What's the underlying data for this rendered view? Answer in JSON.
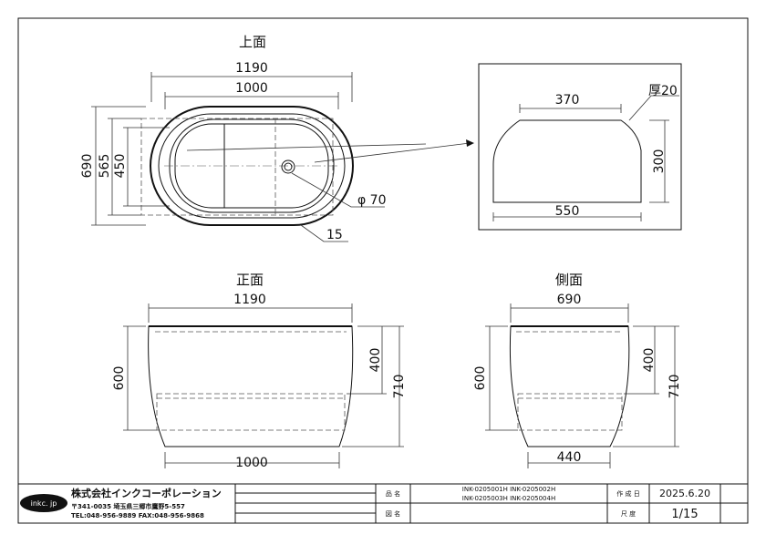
{
  "views": {
    "top": {
      "title": "上面",
      "outer_length": "1190",
      "inner_length": "1000",
      "outer_width": "690",
      "inner_width": "565",
      "inner_width2": "450",
      "drain_label": "φ 70",
      "rim_label": "15"
    },
    "section": {
      "top_width": "370",
      "bottom_width": "550",
      "height": "300",
      "thickness": "厚20"
    },
    "front": {
      "title": "正面",
      "top_length": "1190",
      "bottom_length": "1000",
      "inner_height": "600",
      "water_depth": "400",
      "outer_height": "710"
    },
    "side": {
      "title": "側面",
      "top_width": "690",
      "bottom_width": "440",
      "inner_height": "600",
      "water_depth": "400",
      "outer_height": "710"
    }
  },
  "title_block": {
    "logo": "inkc. jp",
    "company": "株式会社インクコーポレーション",
    "address": "〒341-0035 埼玉県三郷市鷹野5-557",
    "phone": "TEL:048-956-9889  FAX:048-956-9868",
    "product_label": "品 名",
    "product_line1": "INK-0205001H  INK-0205002H",
    "product_line2": "INK-0205003H  INK-0205004H",
    "drawing_label": "図 名",
    "drawing_value": "",
    "date_label": "作 成 日",
    "date_value": "2025.6.20",
    "scale_label": "尺 度",
    "scale_value": "1/15"
  }
}
